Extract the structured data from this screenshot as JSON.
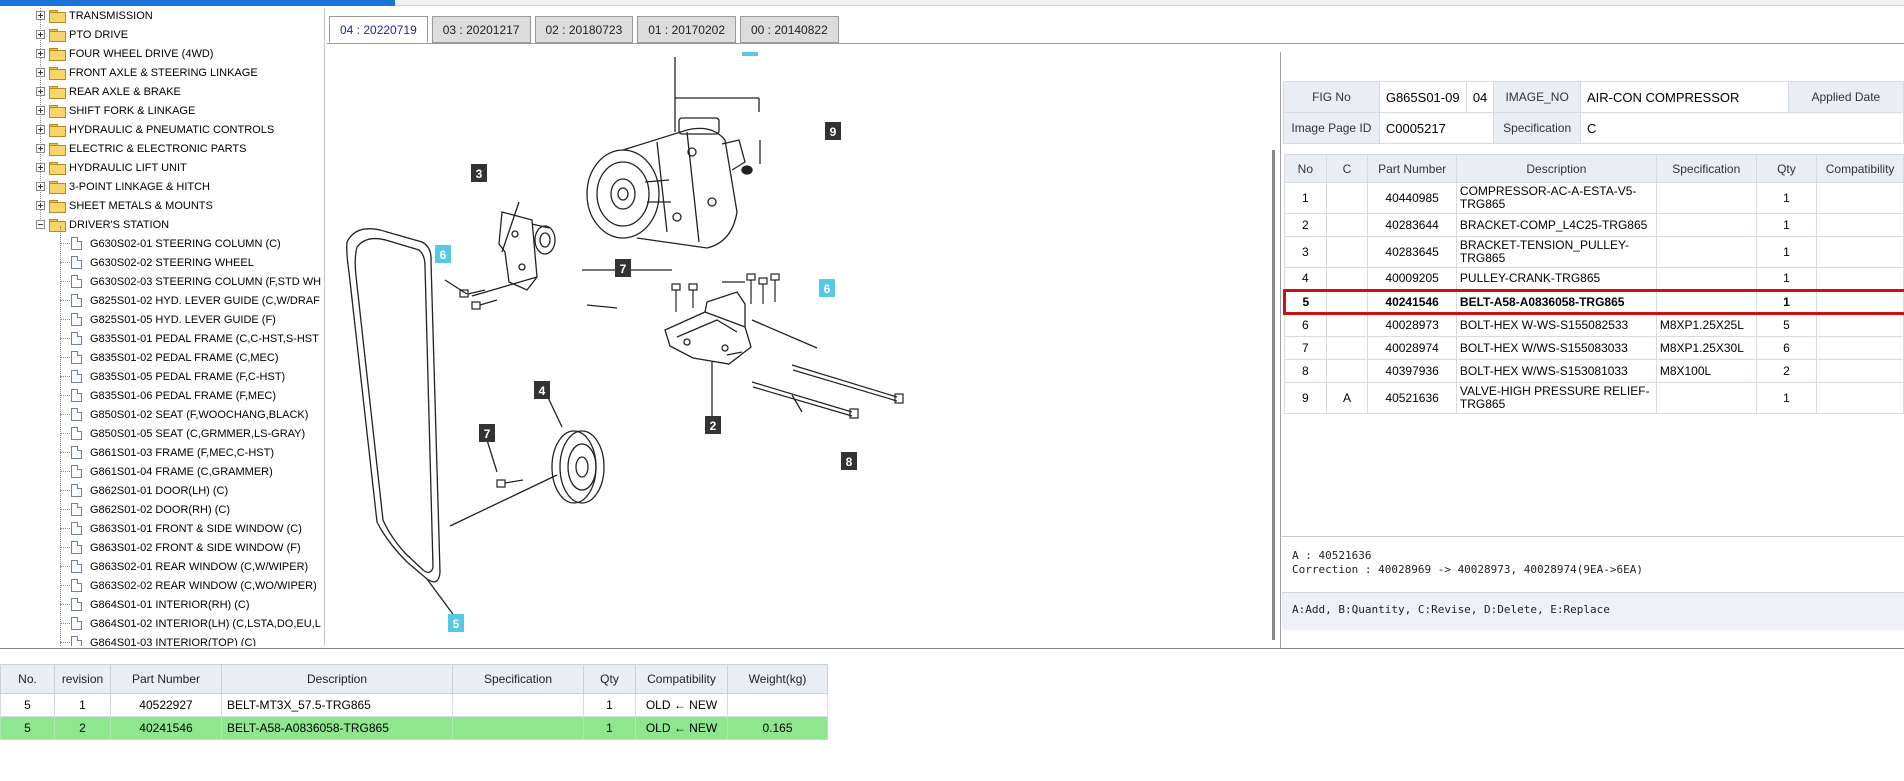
{
  "tree": {
    "folders": [
      {
        "label": "TRANSMISSION",
        "expanded": false
      },
      {
        "label": "PTO DRIVE",
        "expanded": false
      },
      {
        "label": "FOUR WHEEL DRIVE (4WD)",
        "expanded": false
      },
      {
        "label": "FRONT AXLE & STEERING LINKAGE",
        "expanded": false
      },
      {
        "label": "REAR AXLE & BRAKE",
        "expanded": false
      },
      {
        "label": "SHIFT FORK & LINKAGE",
        "expanded": false
      },
      {
        "label": "HYDRAULIC & PNEUMATIC CONTROLS",
        "expanded": false
      },
      {
        "label": "ELECTRIC & ELECTRONIC PARTS",
        "expanded": false
      },
      {
        "label": "HYDRAULIC LIFT UNIT",
        "expanded": false
      },
      {
        "label": "3-POINT LINKAGE & HITCH",
        "expanded": false
      },
      {
        "label": "SHEET METALS & MOUNTS",
        "expanded": false
      },
      {
        "label": "DRIVER'S STATION",
        "expanded": true
      }
    ],
    "children": [
      "G630S02-01 STEERING COLUMN (C)",
      "G630S02-02 STEERING WHEEL",
      "G630S02-03 STEERING COLUMN (F,STD WH",
      "G825S01-02 HYD. LEVER GUIDE (C,W/DRAF",
      "G825S01-05 HYD. LEVER GUIDE (F)",
      "G835S01-01 PEDAL FRAME (C,C-HST,S-HST",
      "G835S01-02 PEDAL FRAME (C,MEC)",
      "G835S01-05 PEDAL FRAME (F,C-HST)",
      "G835S01-06 PEDAL FRAME (F,MEC)",
      "G850S01-02 SEAT (F,WOOCHANG,BLACK)",
      "G850S01-05 SEAT (C,GRMMER,LS-GRAY)",
      "G861S01-03 FRAME (F,MEC,C-HST)",
      "G861S01-04 FRAME (C,GRAMMER)",
      "G862S01-01 DOOR(LH) (C)",
      "G862S01-02 DOOR(RH) (C)",
      "G863S01-01 FRONT & SIDE WINDOW (C)",
      "G863S01-02 FRONT & SIDE WINDOW (F)",
      "G863S02-01 REAR WINDOW (C,W/WIPER)",
      "G863S02-02 REAR WINDOW (C,WO/WIPER)",
      "G864S01-01 INTERIOR(RH) (C)",
      "G864S01-02 INTERIOR(LH) (C,LSTA,DO,EU,L",
      "G864S01-03 INTERIOR(TOP) (C)"
    ]
  },
  "tabs": [
    {
      "label": "04 : 20220719",
      "active": true
    },
    {
      "label": "03 : 20201217",
      "active": false
    },
    {
      "label": "02 : 20180723",
      "active": false
    },
    {
      "label": "01 : 20170202",
      "active": false
    },
    {
      "label": "00 : 20140822",
      "active": false
    }
  ],
  "drawing": {
    "callouts": [
      "3",
      "6",
      "7",
      "9",
      "6",
      "4",
      "7",
      "2",
      "8",
      "5"
    ]
  },
  "info": {
    "fig_no_label": "FIG No",
    "fig_no": "G865S01-09",
    "fig_rev": "04",
    "image_no_label": "IMAGE_NO",
    "title": "AIR-CON COMPRESSOR",
    "applied_label": "Applied Date",
    "image_page_label": "Image Page ID",
    "image_page": "C0005217",
    "spec_label": "Specification",
    "spec": "C"
  },
  "parts": {
    "headers": [
      "No",
      "C",
      "Part Number",
      "Description",
      "Specification",
      "Qty",
      "Compatibility"
    ],
    "rows": [
      {
        "no": "1",
        "c": "",
        "part": "40440985",
        "desc": "COMPRESSOR-AC-A-ESTA-V5-TRG865",
        "spec": "",
        "qty": "1",
        "compat": ""
      },
      {
        "no": "2",
        "c": "",
        "part": "40283644",
        "desc": "BRACKET-COMP_L4C25-TRG865",
        "spec": "",
        "qty": "1",
        "compat": ""
      },
      {
        "no": "3",
        "c": "",
        "part": "40283645",
        "desc": "BRACKET-TENSION_PULLEY-TRG865",
        "spec": "",
        "qty": "1",
        "compat": ""
      },
      {
        "no": "4",
        "c": "",
        "part": "40009205",
        "desc": "PULLEY-CRANK-TRG865",
        "spec": "",
        "qty": "1",
        "compat": ""
      },
      {
        "no": "5",
        "c": "",
        "part": "40241546",
        "desc": "BELT-A58-A0836058-TRG865",
        "spec": "",
        "qty": "1",
        "compat": ""
      },
      {
        "no": "6",
        "c": "",
        "part": "40028973",
        "desc": "BOLT-HEX W-WS-S155082533",
        "spec": "M8XP1.25X25L",
        "qty": "5",
        "compat": ""
      },
      {
        "no": "7",
        "c": "",
        "part": "40028974",
        "desc": "BOLT-HEX W/WS-S155083033",
        "spec": "M8XP1.25X30L",
        "qty": "6",
        "compat": ""
      },
      {
        "no": "8",
        "c": "",
        "part": "40397936",
        "desc": "BOLT-HEX W/WS-S153081033",
        "spec": "M8X100L",
        "qty": "2",
        "compat": ""
      },
      {
        "no": "9",
        "c": "A",
        "part": "40521636",
        "desc": "VALVE-HIGH PRESSURE RELIEF-TRG865",
        "spec": "",
        "qty": "1",
        "compat": ""
      }
    ]
  },
  "notes": {
    "line1": "A : 40521636",
    "line2": "Correction : 40028969 -> 40028973, 40028974(9EA->6EA)",
    "legend": "A:Add, B:Quantity, C:Revise, D:Delete, E:Replace"
  },
  "revision": {
    "headers": [
      "No.",
      "revision",
      "Part Number",
      "Description",
      "Specification",
      "Qty",
      "Compatibility",
      "Weight(kg)"
    ],
    "rows": [
      {
        "no": "5",
        "rev": "1",
        "part": "40522927",
        "desc": "BELT-MT3X_57.5-TRG865",
        "spec": "",
        "qty": "1",
        "compat": "OLD ← NEW",
        "weight": ""
      },
      {
        "no": "5",
        "rev": "2",
        "part": "40241546",
        "desc": "BELT-A58-A0836058-TRG865",
        "spec": "",
        "qty": "1",
        "compat": "OLD ← NEW",
        "weight": "0.165"
      }
    ]
  }
}
